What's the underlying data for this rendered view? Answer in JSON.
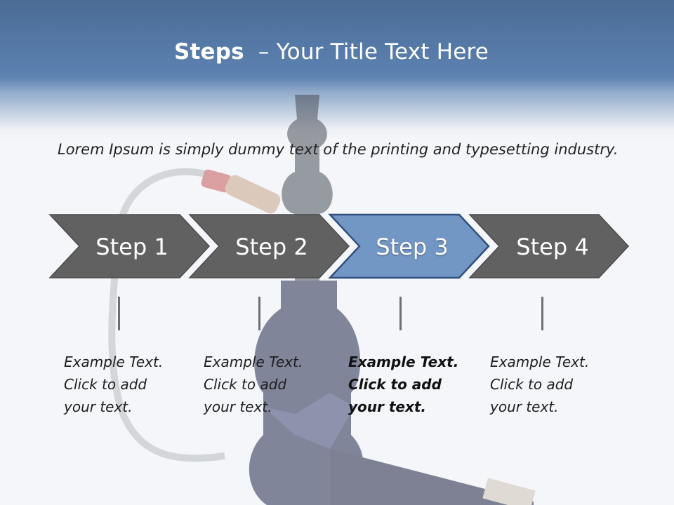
{
  "slide": {
    "title_bold": "Steps",
    "title_rest": "– Your Title Text Here",
    "intro": "Lorem Ipsum is simply dummy text of the printing and typesetting industry."
  },
  "steps": [
    {
      "label": "Step 1",
      "desc_lines": [
        "Example Text.",
        "Click  to add",
        "your text."
      ],
      "active": false
    },
    {
      "label": "Step 2",
      "desc_lines": [
        "Example Text.",
        "Click  to add",
        "your text."
      ],
      "active": false
    },
    {
      "label": "Step 3",
      "desc_lines": [
        "Example Text.",
        "Click  to add",
        "your text."
      ],
      "active": true
    },
    {
      "label": "Step 4",
      "desc_lines": [
        "Example Text.",
        "Click  to add",
        "your text."
      ],
      "active": false
    }
  ],
  "colors": {
    "header": "#5d82b2",
    "chevron_default": "#616161",
    "chevron_active": "#7397c5",
    "chevron_active_border": "#2f4f7f"
  },
  "icons": {
    "background": "hookah-image"
  }
}
